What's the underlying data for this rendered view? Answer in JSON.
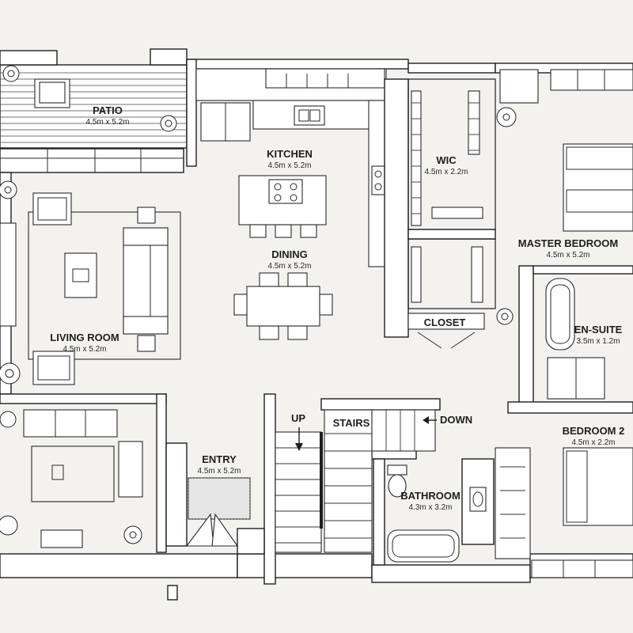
{
  "floor_plan": {
    "rooms": [
      {
        "id": "patio",
        "name": "PATIO",
        "size": "4.5m x 5.2m"
      },
      {
        "id": "kitchen",
        "name": "KITCHEN",
        "size": "4.5m x 5.2m"
      },
      {
        "id": "wic",
        "name": "WIC",
        "size": "4.5m x 2.2m"
      },
      {
        "id": "master-bedroom",
        "name": "MASTER BEDROOM",
        "size": "4.5m x 5.2m"
      },
      {
        "id": "dining",
        "name": "DINING",
        "size": "4.5m x 5.2m"
      },
      {
        "id": "closet",
        "name": "CLOSET",
        "size": ""
      },
      {
        "id": "en-suite",
        "name": "EN-SUITE",
        "size": "3.5m x 1.2m"
      },
      {
        "id": "living-room",
        "name": "LIVING ROOM",
        "size": "4.5m x 5.2m"
      },
      {
        "id": "stairs",
        "name": "STAIRS",
        "size": ""
      },
      {
        "id": "bedroom-2",
        "name": "BEDROOM 2",
        "size": "4.5m x 2.2m"
      },
      {
        "id": "entry",
        "name": "ENTRY",
        "size": "4.5m x 5.2m"
      },
      {
        "id": "bathroom",
        "name": "BATHROOM",
        "size": "4.3m x 3.2m"
      }
    ],
    "stair_labels": {
      "up": "UP",
      "down": "DOWN"
    }
  }
}
